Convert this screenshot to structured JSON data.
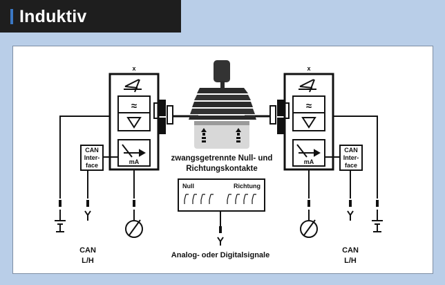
{
  "header": {
    "title": "Induktiv"
  },
  "diagram": {
    "axis_label_left": "x",
    "axis_label_right": "x",
    "can_interface_label": [
      "CAN",
      "Inter-",
      "face"
    ],
    "ma_label": "mA",
    "can_bottom_label_line1": "CAN",
    "can_bottom_label_line2": "L/H",
    "contacts_caption_line1": "zwangsgetrennte Null- und",
    "contacts_caption_line2": "Richtungskontakte",
    "null_label": "Null",
    "richtung_label": "Richtung",
    "output_caption": "Analog- oder Digitalsignale"
  },
  "colors": {
    "background": "#b9cee8",
    "header": "#1e1e1e",
    "accent": "#3b78c4",
    "line": "#111111",
    "joystick_boot": "#2a2a2a"
  }
}
